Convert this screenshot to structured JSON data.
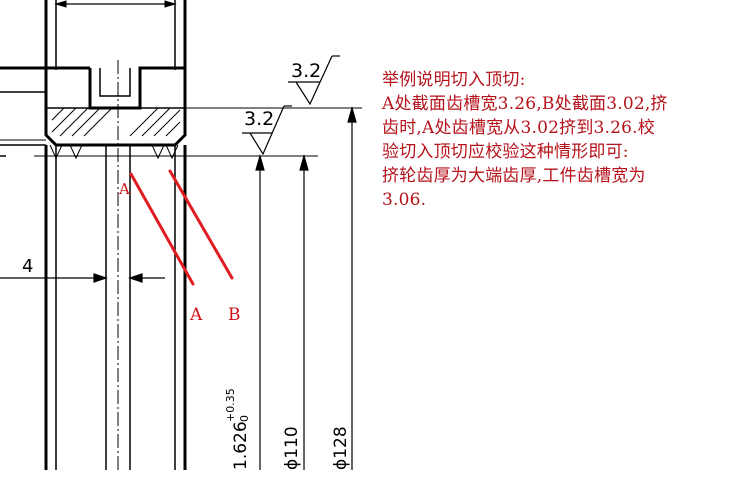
{
  "note": {
    "lines": [
      "举例说明切入顶切:",
      "A处截面齿槽宽3.26,B处截面3.02,挤",
      "齿时,A处齿槽宽从3.02挤到3.26.校",
      "验切入顶切应校验这种情形即可:",
      "挤轮齿厚为大端齿厚,工件齿槽宽为",
      "3.06."
    ],
    "color": "#b5121b"
  },
  "drawing": {
    "roughness_top": "3.2",
    "roughness_mid": "3.2",
    "dim_width": "4",
    "dim_tolerance_main": "1.626",
    "dim_tolerance_upper": "+0.35",
    "dim_tolerance_lower": "0",
    "dim_dia_110": "ϕ110",
    "dim_dia_128": "ϕ128",
    "label_a_top": "A",
    "label_a": "A",
    "label_b": "B",
    "accent_red": "#e01b22"
  }
}
